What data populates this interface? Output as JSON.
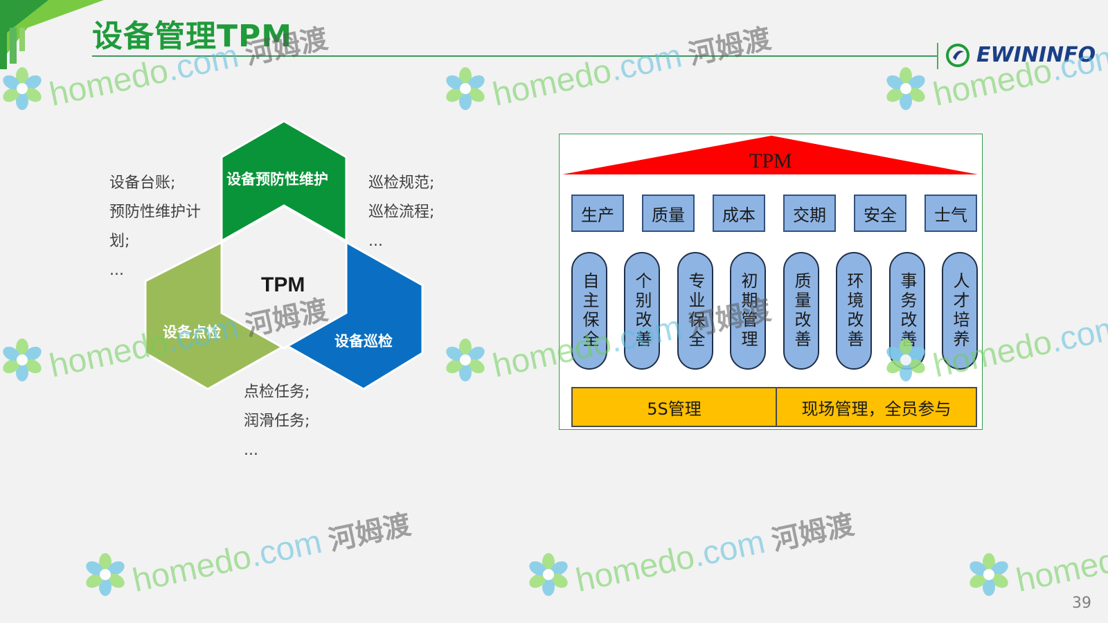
{
  "slide": {
    "title": "设备管理TPM",
    "logo_text": "EWININFO",
    "page_number": "39"
  },
  "hex_diagram": {
    "center": "TPM",
    "top": "设备预防性维护",
    "left": "设备点检",
    "right": "设备巡检",
    "colors": {
      "top": "#0a9439",
      "left": "#9bbb59",
      "right": "#0a6fc2"
    }
  },
  "notes": {
    "top_left": [
      "设备台账;",
      "预防性维护计",
      "划;",
      "..."
    ],
    "top_right": [
      "巡检规范;",
      "巡检流程;",
      "..."
    ],
    "bottom": [
      "点检任务;",
      "润滑任务;",
      "..."
    ]
  },
  "house": {
    "roof": "TPM",
    "roof_color": "#ff0000",
    "goals": [
      "生产",
      "质量",
      "成本",
      "交期",
      "安全",
      "士气"
    ],
    "pillars": [
      "自主保全",
      "个别改善",
      "专业保全",
      "初期管理",
      "质量改善",
      "环境改善",
      "事务改善",
      "人才培养"
    ],
    "base": [
      "5S管理",
      "现场管理，全员参与"
    ],
    "base_color": "#ffc000",
    "block_color": "#8eb4e3"
  },
  "watermark": {
    "text_en": "homedo",
    "text_dom": ".com",
    "text_cn": "河姆渡"
  }
}
